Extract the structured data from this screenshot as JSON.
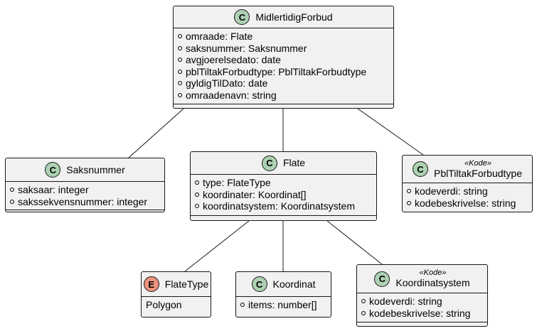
{
  "midlertidigForbud": {
    "badge": "C",
    "name": "MidlertidigForbud",
    "attributes": [
      "omraade: Flate",
      "saksnummer: Saksnummer",
      "avgjoerelsedato: date",
      "pblTiltakForbudtype: PblTiltakForbudtype",
      "gyldigTilDato: date",
      "omraadenavn: string"
    ]
  },
  "saksnummer": {
    "badge": "C",
    "name": "Saksnummer",
    "attributes": [
      "saksaar: integer",
      "sakssekvensnummer: integer"
    ]
  },
  "flate": {
    "badge": "C",
    "name": "Flate",
    "attributes": [
      "type: FlateType",
      "koordinater: Koordinat[]",
      "koordinatsystem: Koordinatsystem"
    ]
  },
  "pblTiltakForbudtype": {
    "badge": "C",
    "stereotype": "«Kode»",
    "name": "PblTiltakForbudtype",
    "attributes": [
      "kodeverdi: string",
      "kodebeskrivelse: string"
    ]
  },
  "flateType": {
    "badge": "E",
    "name": "FlateType",
    "values": [
      "Polygon"
    ]
  },
  "koordinat": {
    "badge": "C",
    "name": "Koordinat",
    "attributes": [
      "items: number[]"
    ]
  },
  "koordinatsystem": {
    "badge": "C",
    "stereotype": "«Kode»",
    "name": "Koordinatsystem",
    "attributes": [
      "kodeverdi: string",
      "kodebeskrivelse: string"
    ]
  },
  "colors": {
    "class_fill": "#f1f1f1",
    "border": "#181818",
    "class_badge": "#add1b2",
    "enum_badge": "#eb937f"
  }
}
